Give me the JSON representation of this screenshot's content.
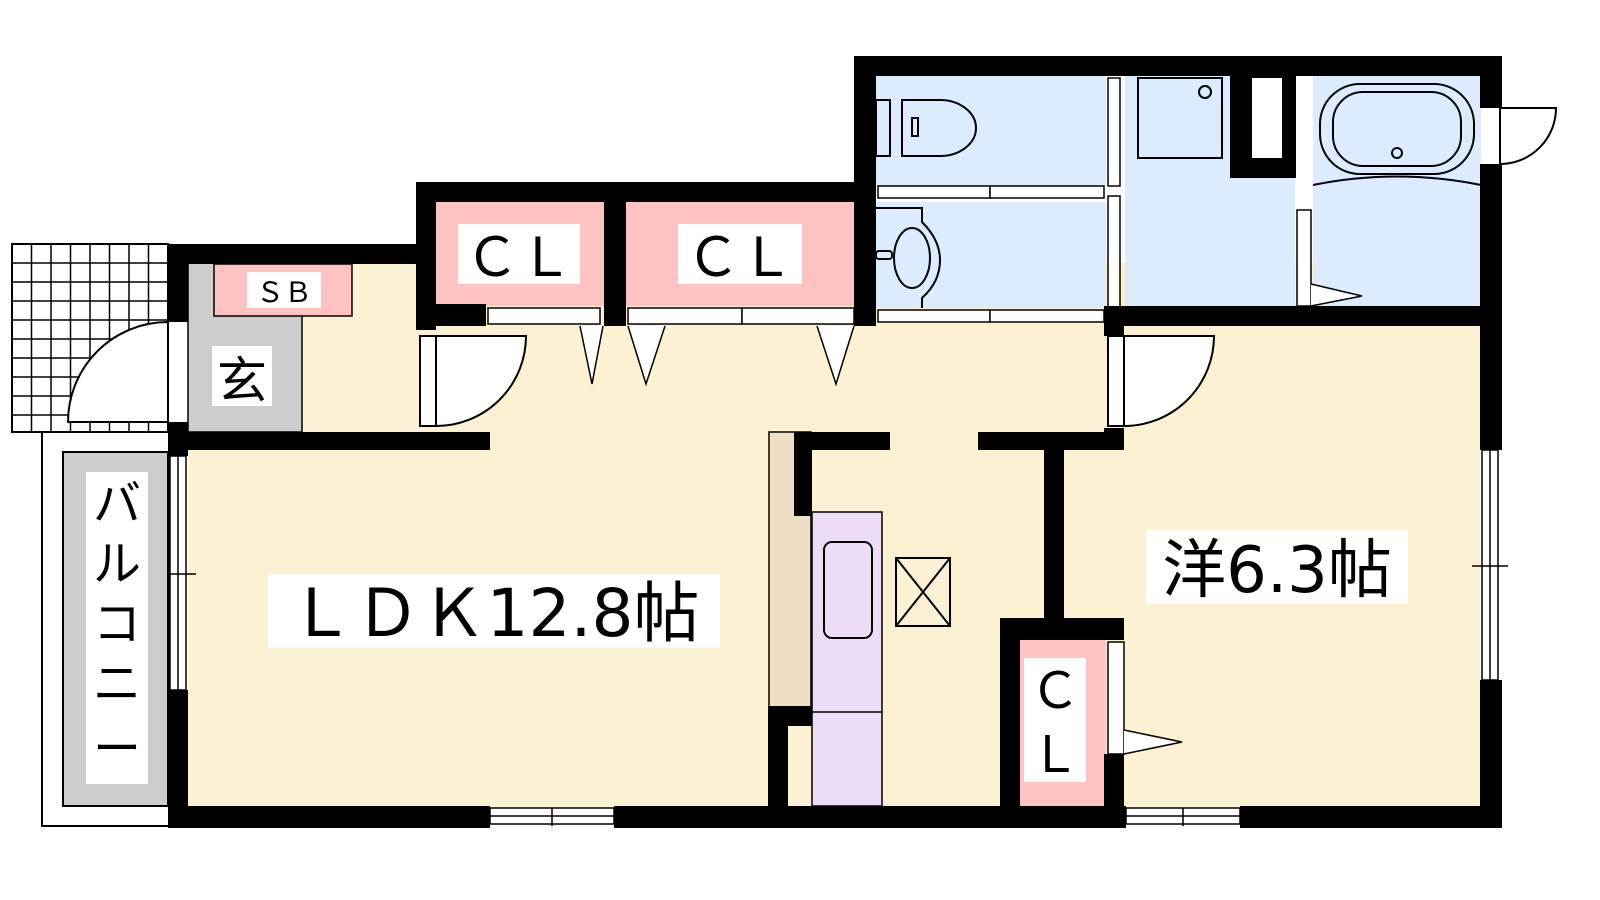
{
  "plan": {
    "entrance_storage": "ＳＢ",
    "entrance": "玄",
    "closet_1": "ＣＬ",
    "closet_2": "ＣＬ",
    "closet_3_top": "Ｃ",
    "closet_3_bottom": "Ｌ",
    "ldk": "ＬＤＫ12.8帖",
    "western_room": "洋6.3帖",
    "balcony": [
      "バ",
      "ル",
      "コ",
      "ニ",
      "ー"
    ]
  },
  "colors": {
    "floor": "#fcf1d2",
    "closet": "#ffc2c2",
    "wet_area": "#dcecfe",
    "entrance": "#cdcdcd",
    "kitchen": "#ecdcf6",
    "counter": "#efdfc4",
    "wall": "#000000"
  }
}
